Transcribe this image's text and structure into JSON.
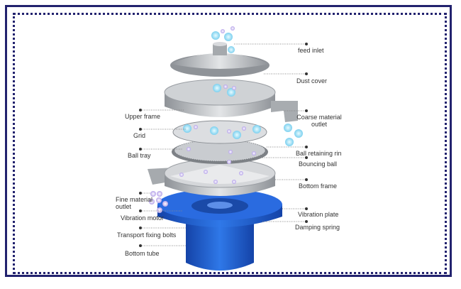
{
  "labels": {
    "feed_inlet": "feed inlet",
    "dust_cover": "Dust cover",
    "coarse_outlet_1": "Coarse material",
    "coarse_outlet_2": "outlet",
    "upper_frame": "Upper frame",
    "grid": "Grid",
    "ball_tray": "Ball tray",
    "ball_retaining_ring": "Ball retaining rin",
    "bouncing_ball": "Bouncing ball",
    "bottom_frame": "Bottom frame",
    "fine_outlet_1": "Fine material",
    "fine_outlet_2": "outlet",
    "vibration_motor": "Vibration motor",
    "vibration_plate": "Vibration plate",
    "damping_spring": "Damping spring",
    "transport_bolts": "Transport fixing bolts",
    "bottom_tube": "Bottom tube"
  },
  "colors": {
    "border": "#22226e",
    "steel": "#b8bcc0",
    "blue": "#1f5fd0",
    "ball_blue": "#9fe0f5",
    "ball_purple": "#c9b8f0"
  }
}
